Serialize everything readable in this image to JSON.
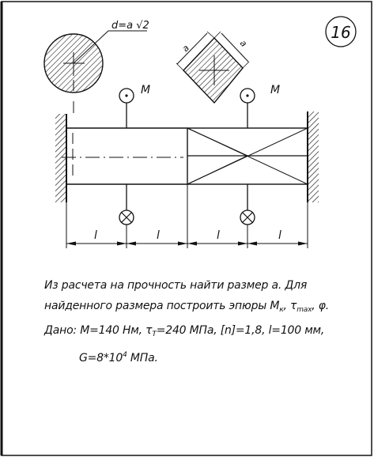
{
  "card_number": "16",
  "formula_label": "d=a √2",
  "dimension_a_left": "a",
  "dimension_a_right": "a",
  "torque_label_left": "M",
  "torque_label_right": "M",
  "length_labels": [
    "l",
    "l",
    "l",
    "l"
  ],
  "text": {
    "line1": "Из расчета на прочность найти размер a. Для",
    "line2_prefix": "найденного размера построить эпюры M",
    "line2_sub_k": "к",
    "line2_mid": ", τ",
    "line2_sub_max": "max",
    "line2_suffix": ", φ.",
    "line3_prefix": "Дано: M=140 Нм, τ",
    "line3_sub_t": "T",
    "line3_suffix": "=240 МПа, [n]=1,8, l=100 мм,",
    "line4_prefix": "G=8*10",
    "line4_sup": "4",
    "line4_suffix": " МПа."
  }
}
